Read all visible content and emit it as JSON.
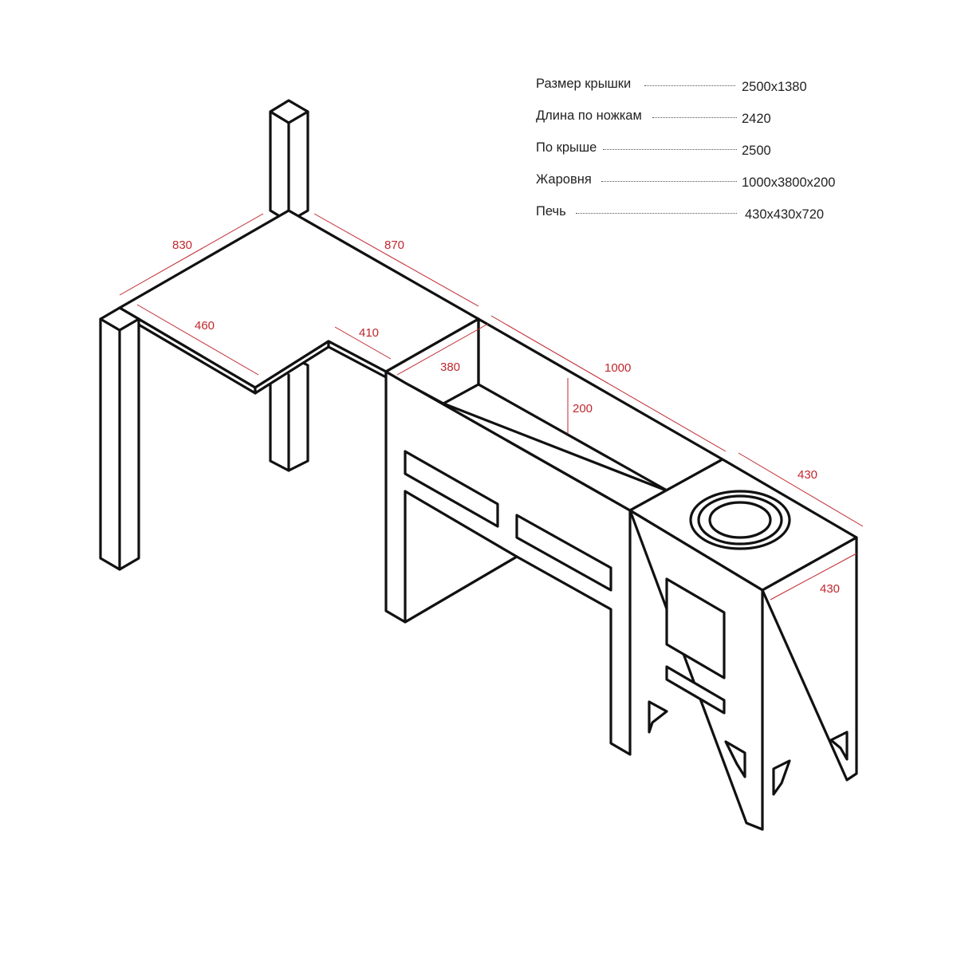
{
  "colors": {
    "line": "#111111",
    "dimension": "#c0272d",
    "text": "#222222",
    "background": "#ffffff"
  },
  "specs": [
    {
      "label": "Размер крышки",
      "value": "2500х1380"
    },
    {
      "label": "Длина по ножкам",
      "value": "2420"
    },
    {
      "label": "По крыше",
      "value": "2500"
    },
    {
      "label": "Жаровня",
      "value": "1000х3800х200"
    },
    {
      "label": "Печь",
      "value": "430х430х720"
    }
  ],
  "dimensions": {
    "table_back_left": "830",
    "table_back_right": "870",
    "table_front_left": "460",
    "table_front_notch": "410",
    "brazier_width": "380",
    "brazier_depth": "200",
    "brazier_length": "1000",
    "stove_length": "430",
    "stove_width": "430"
  }
}
